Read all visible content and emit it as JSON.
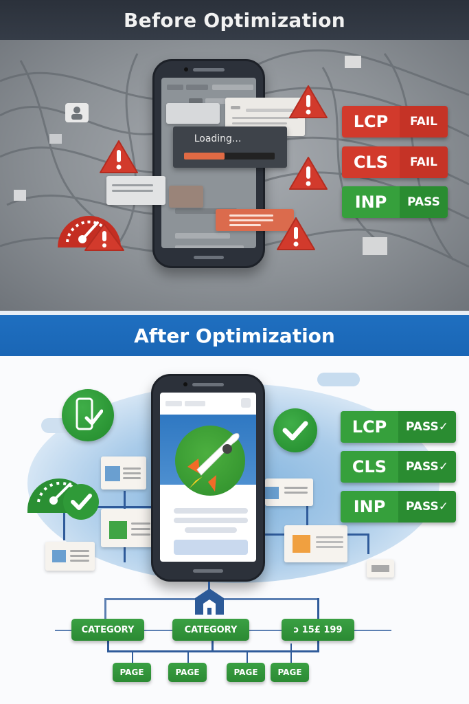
{
  "before": {
    "title": "Before Optimization",
    "loading_label": "Loading...",
    "loading_progress_percent": 45,
    "metrics": [
      {
        "name": "LCP",
        "status": "FAIL"
      },
      {
        "name": "CLS",
        "status": "FAIL"
      },
      {
        "name": "INP",
        "status": "PASS"
      }
    ],
    "icons": [
      "warning-icon",
      "speedometer-icon",
      "user-icon",
      "mail-icon"
    ]
  },
  "after": {
    "title": "After Optimization",
    "metrics": [
      {
        "name": "LCP",
        "status": "PASS✓"
      },
      {
        "name": "CLS",
        "status": "PASS✓"
      },
      {
        "name": "INP",
        "status": "PASS✓"
      }
    ],
    "site_structure": {
      "categories": [
        "CATEGORY",
        "CATEGORY",
        "ↄ 15£ 199"
      ],
      "pages": [
        "PAGE",
        "PAGE",
        "PAGE",
        "PAGE"
      ]
    },
    "icons": [
      "mobile-check-icon",
      "speedometer-check-icon",
      "check-icon",
      "rocket-icon",
      "home-icon"
    ]
  },
  "colors": {
    "fail": "#d23a2c",
    "pass": "#36a03c",
    "before_header": "#2f3540",
    "after_header": "#1f6fc0"
  }
}
